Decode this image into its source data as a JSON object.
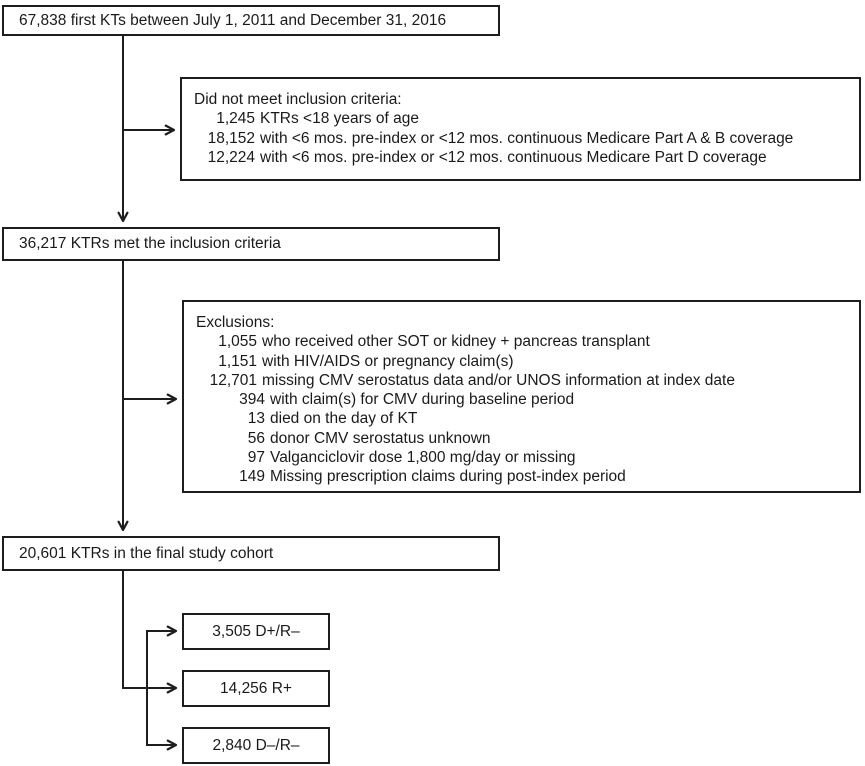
{
  "flow": {
    "line_color": "#1d1d1d",
    "box_total": {
      "label": "67,838 first KTs between July 1, 2011 and December 31, 2016"
    },
    "box_not_met": {
      "title": "Did not meet inclusion criteria:",
      "items": [
        {
          "num": "1,245",
          "text": "KTRs <18 years of age",
          "level": 1
        },
        {
          "num": "18,152",
          "text": "with <6 mos. pre-index or <12 mos. continuous Medicare Part A & B coverage",
          "level": 1
        },
        {
          "num": "12,224",
          "text": "with <6 mos. pre-index or <12 mos. continuous Medicare Part D coverage",
          "level": 1
        }
      ]
    },
    "box_met": {
      "label": "36,217 KTRs met the inclusion criteria"
    },
    "box_exclusions": {
      "title": "Exclusions:",
      "items": [
        {
          "num": "1,055",
          "text": "who received other SOT or kidney + pancreas transplant",
          "level": 1
        },
        {
          "num": "1,151",
          "text": "with HIV/AIDS or pregnancy claim(s)",
          "level": 1
        },
        {
          "num": "12,701",
          "text": "missing CMV serostatus data and/or UNOS information at index date",
          "level": 1
        },
        {
          "num": "394",
          "text": "with claim(s) for CMV during baseline period",
          "level": 2
        },
        {
          "num": "13",
          "text": "died on the day of KT",
          "level": 2
        },
        {
          "num": "56",
          "text": "donor CMV serostatus unknown",
          "level": 2
        },
        {
          "num": "97",
          "text": "Valganciclovir dose 1,800 mg/day or missing",
          "level": 2
        },
        {
          "num": "149",
          "text": "Missing prescription claims during post-index period",
          "level": 2
        }
      ]
    },
    "box_final": {
      "label": "20,601 KTRs in the final study cohort"
    },
    "serostatus_boxes": [
      {
        "label": "3,505 D+/R–"
      },
      {
        "label": "14,256 R+"
      },
      {
        "label": "2,840 D–/R–"
      }
    ]
  }
}
